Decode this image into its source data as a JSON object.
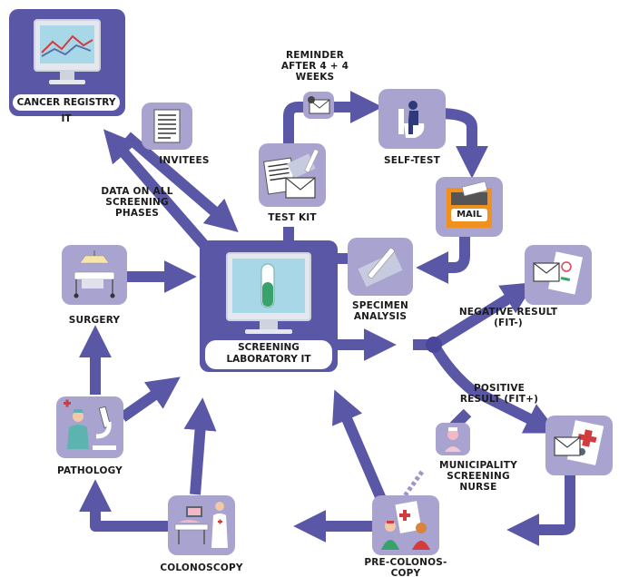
{
  "labels": {
    "cancer_registry_it": "CANCER REGISTRY IT",
    "invitees": "INVITEES",
    "data_on_all_phases": "DATA ON ALL SCREENING PHASES",
    "reminder": "REMINDER AFTER 4 + 4 WEEKS",
    "self_test": "SELF-TEST",
    "test_kit": "TEST KIT",
    "mail": "MAIL",
    "surgery": "SURGERY",
    "specimen_analysis": "SPECIMEN ANALYSIS",
    "screening_laboratory_it": "SCREENING LABORATORY IT",
    "negative_result": "NEGATIVE RESULT (FIT-)",
    "positive_result": "POSITIVE RESULT (FIT+)",
    "municipality_nurse": "MUNICIPALITY SCREENING NURSE",
    "pathology": "PATHOLOGY",
    "colonoscopy": "COLONOSCOPY",
    "pre_colonoscopy_interview": "PRE-COLONOS- COPY INTERVIEW"
  },
  "colors": {
    "arrow": "#5957a6",
    "arrow_dark": "#4a479b",
    "box": "#a9a3cf",
    "hub": "#5957a6",
    "mail_orange": "#f0901e"
  },
  "icons": [
    "monitor-chart-icon",
    "document-icon",
    "envelope-icon",
    "toilet-icon",
    "mailbox-icon",
    "test-kit-icon",
    "stretcher-icon",
    "microscope-icon",
    "specimen-tube-icon",
    "test-tube-icon",
    "result-letter-icon",
    "nurse-icon",
    "colonoscopy-icon",
    "interview-icon"
  ]
}
